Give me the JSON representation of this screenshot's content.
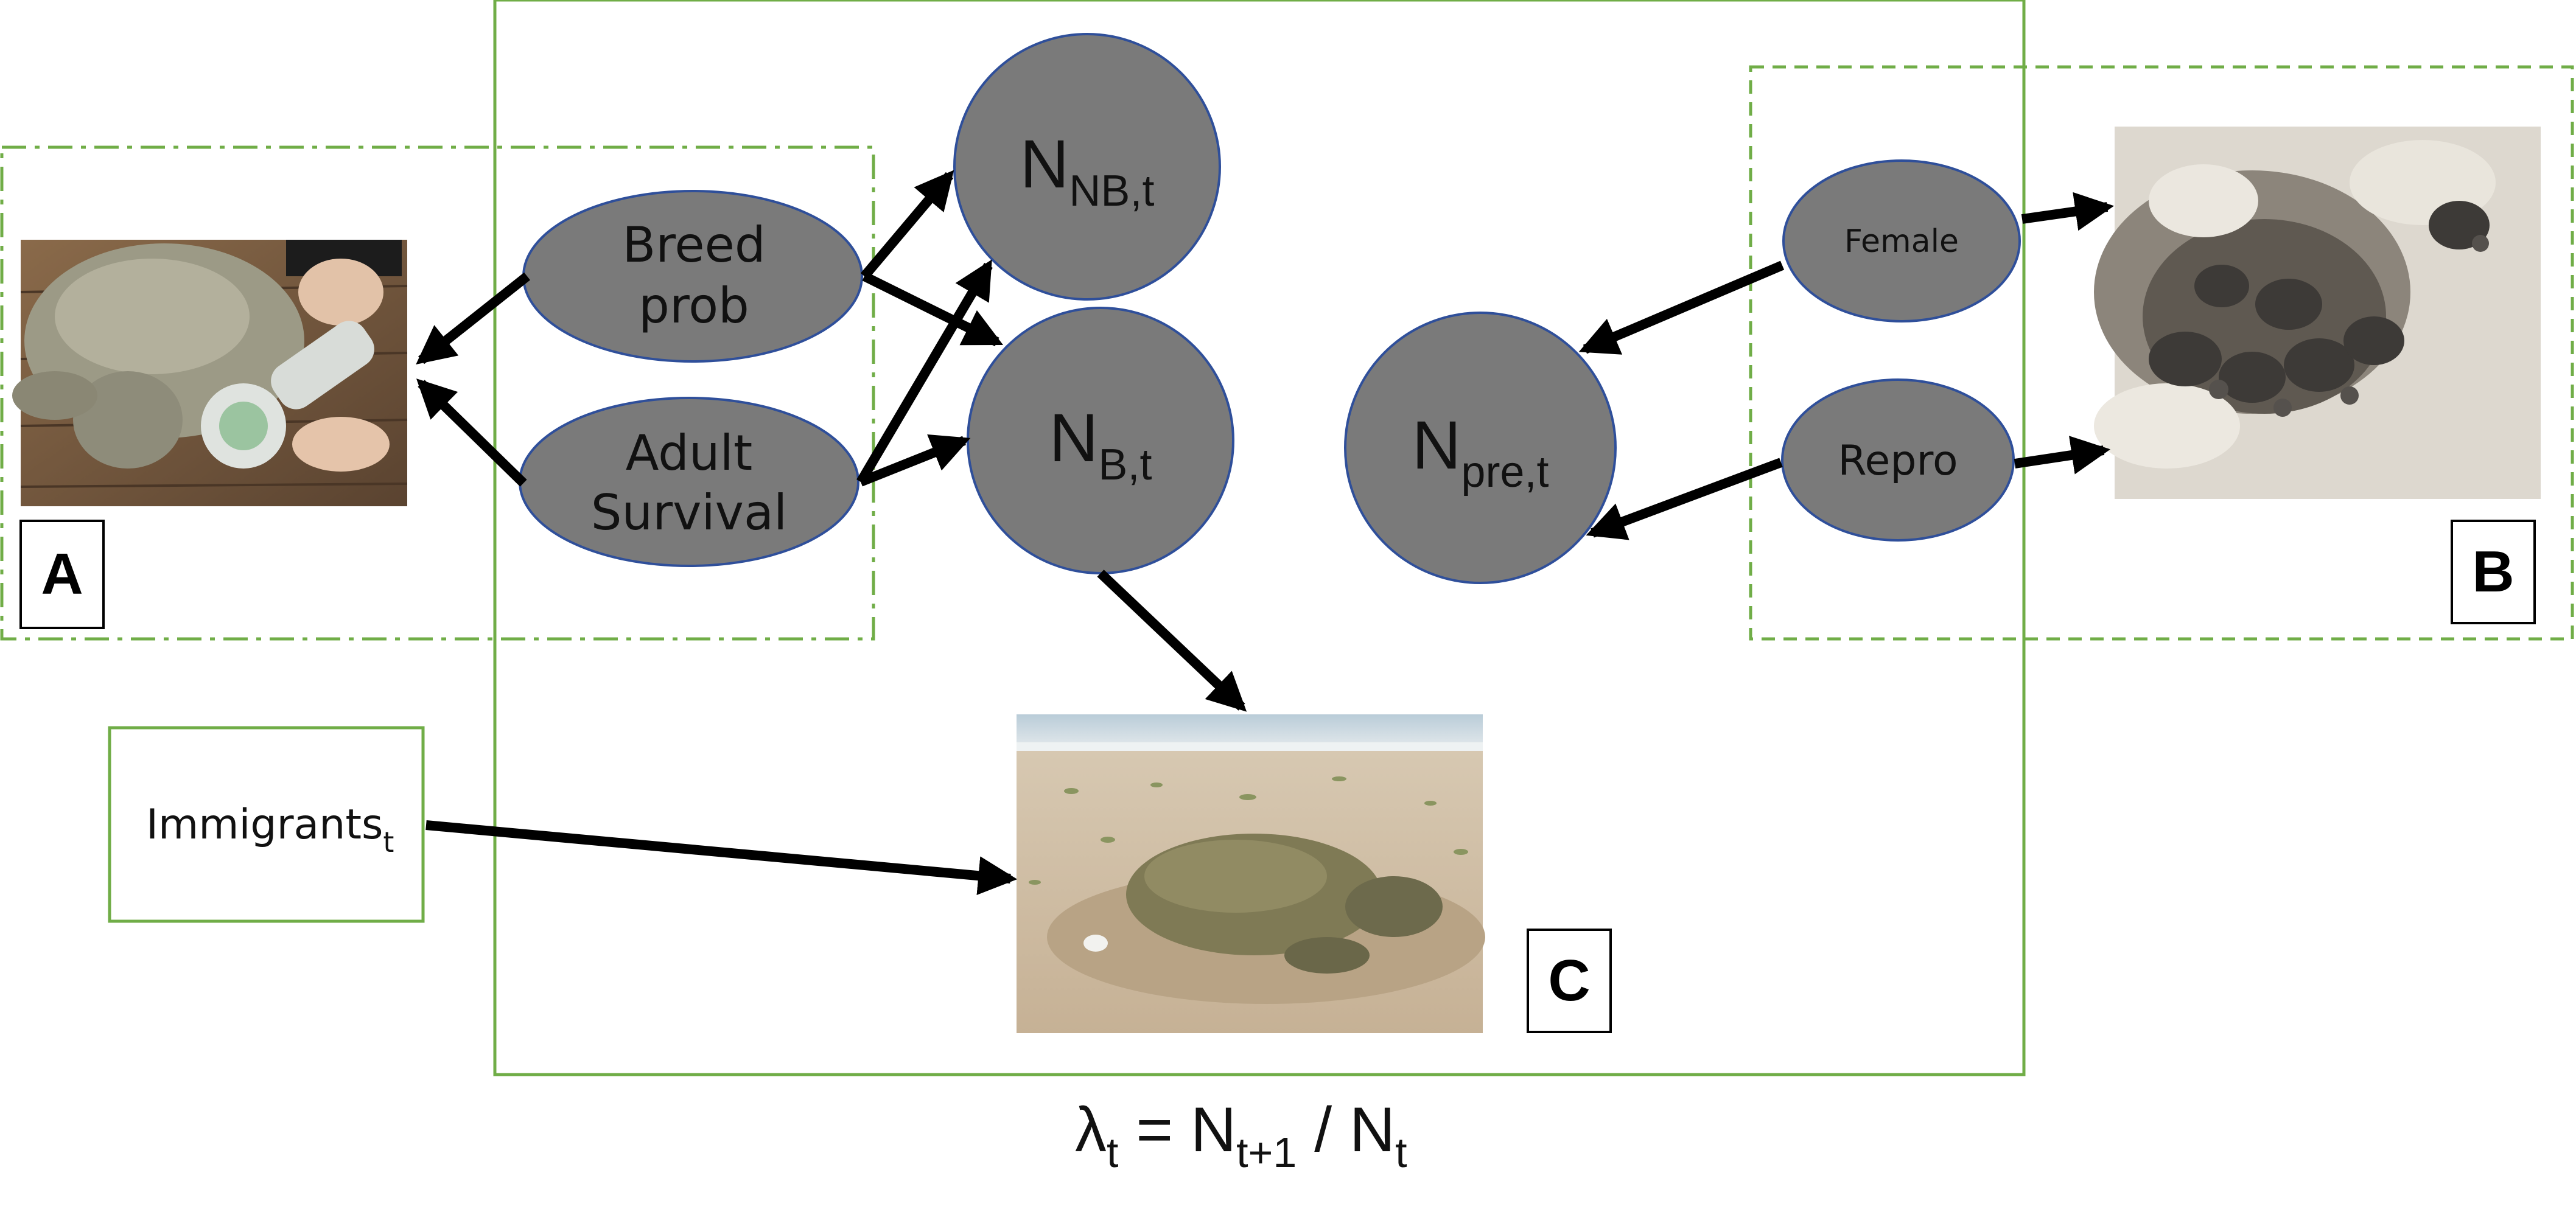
{
  "colors": {
    "node_fill": "#7a7a7a",
    "node_stroke": "#2f4f9a",
    "frame_green": "#70ad47",
    "arrow": "#000000"
  },
  "nodes": {
    "breed_prob": {
      "line1": "Breed",
      "line2": "prob"
    },
    "adult_survival": {
      "line1": "Adult",
      "line2": "Survival"
    },
    "n_nb_t": {
      "main": "N",
      "sub": "NB,t"
    },
    "n_b_t": {
      "main": "N",
      "sub": "B,t"
    },
    "n_pre_t": {
      "main": "N",
      "sub": "pre,t"
    },
    "female": {
      "label": "Female"
    },
    "repro": {
      "label": "Repro"
    },
    "immigrants": {
      "main": "Immigrants",
      "sub": "t"
    }
  },
  "panels": {
    "a": "A",
    "b": "B",
    "c": "C"
  },
  "photos": {
    "a": "sea-turtle-being-scanned-photo",
    "b": "hatchlings-in-sand-photo",
    "c": "turtle-nesting-on-beach-photo"
  },
  "formula": {
    "lambda": "λ",
    "lambda_sub": "t",
    "eq": " = N",
    "n1_sub": "t+1",
    "slash": " / N",
    "n2_sub": "t"
  }
}
